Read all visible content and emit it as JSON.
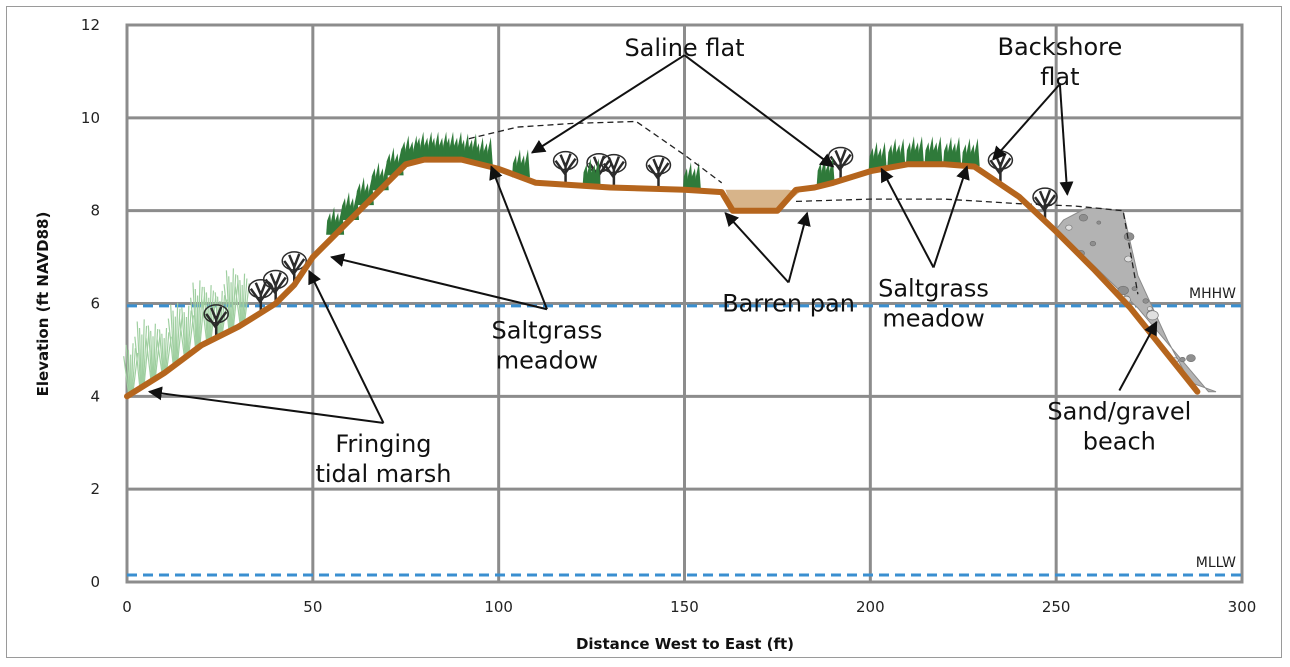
{
  "chart_data": {
    "type": "area",
    "xlabel": "Distance West to East (ft)",
    "ylabel": "Elevation (ft NAVD88)",
    "xlim": [
      0,
      300
    ],
    "ylim": [
      0,
      12
    ],
    "xticks": [
      "0",
      "50",
      "100",
      "150",
      "200",
      "250",
      "300"
    ],
    "yticks": [
      "0",
      "2",
      "4",
      "6",
      "8",
      "10",
      "12"
    ],
    "grid": true,
    "reference_lines": [
      {
        "label": "MHHW",
        "y": 5.95,
        "color": "#3a8fd0"
      },
      {
        "label": "MLLW",
        "y": 0.15,
        "color": "#3a8fd0"
      }
    ],
    "profile": {
      "color": "#b5651d",
      "x": [
        0,
        10,
        20,
        30,
        40,
        45,
        50,
        55,
        60,
        65,
        70,
        75,
        80,
        90,
        100,
        110,
        130,
        150,
        160,
        163,
        175,
        180,
        185,
        190,
        200,
        210,
        220,
        228,
        240,
        250,
        260,
        270,
        280,
        288
      ],
      "y": [
        4.0,
        4.5,
        5.1,
        5.5,
        6.0,
        6.4,
        7.0,
        7.4,
        7.8,
        8.2,
        8.6,
        9.0,
        9.1,
        9.1,
        8.9,
        8.6,
        8.5,
        8.45,
        8.4,
        8.0,
        8.0,
        8.45,
        8.5,
        8.6,
        8.85,
        9.0,
        9.0,
        8.95,
        8.3,
        7.55,
        6.75,
        5.9,
        4.9,
        4.1
      ]
    },
    "former_surface": {
      "style": "dashed",
      "x": [
        92,
        105,
        120,
        137,
        150,
        160
      ],
      "y": [
        9.55,
        9.8,
        9.88,
        9.92,
        9.2,
        8.6
      ]
    },
    "backshore_dashed": {
      "style": "dashed",
      "x": [
        180,
        200,
        220,
        240,
        255,
        268,
        272
      ],
      "y": [
        8.2,
        8.25,
        8.25,
        8.15,
        8.1,
        8.0,
        6.2
      ]
    },
    "beach_fill": {
      "x": [
        252,
        258,
        262,
        266,
        268,
        272,
        280,
        286,
        293,
        291,
        272,
        250
      ],
      "y": [
        7.8,
        8.05,
        8.05,
        8.0,
        8.0,
        6.6,
        5.2,
        4.3,
        4.1,
        4.1,
        5.9,
        7.6
      ],
      "color": "#b3b3b3"
    },
    "pan_fill": {
      "x": [
        161,
        178,
        181,
        175,
        163
      ],
      "y": [
        8.45,
        8.45,
        8.4,
        8.0,
        8.0
      ],
      "color": "#d7b48a"
    },
    "annotations": [
      {
        "lines": [
          "Saline flat"
        ],
        "x": 150,
        "y": 11.5,
        "arrows": [
          [
            109,
            9.25
          ],
          [
            190,
            8.95
          ]
        ]
      },
      {
        "lines": [
          "Backshore",
          "flat"
        ],
        "x": 251,
        "y": 11.2,
        "arrows": [
          [
            233,
            9.1
          ],
          [
            253,
            8.35
          ]
        ]
      },
      {
        "lines": [
          "Barren pan"
        ],
        "x": 178,
        "y": 6.0,
        "arrows": [
          [
            161,
            7.95
          ],
          [
            183,
            7.95
          ]
        ]
      },
      {
        "lines": [
          "Saltgrass",
          "meadow"
        ],
        "x": 217,
        "y": 6.0,
        "arrows": [
          [
            203,
            8.9
          ],
          [
            226,
            8.95
          ]
        ]
      },
      {
        "lines": [
          "Saltgrass",
          "meadow"
        ],
        "x": 113,
        "y": 5.1,
        "arrows": [
          [
            55,
            7.0
          ],
          [
            98,
            8.95
          ]
        ]
      },
      {
        "lines": [
          "Sand/gravel",
          "beach"
        ],
        "x": 267,
        "y": 3.35,
        "arrows": [
          [
            277,
            5.6
          ]
        ]
      },
      {
        "lines": [
          "Fringing",
          "tidal marsh"
        ],
        "x": 69,
        "y": 2.65,
        "arrows": [
          [
            6,
            4.1
          ],
          [
            49,
            6.7
          ]
        ]
      }
    ]
  }
}
